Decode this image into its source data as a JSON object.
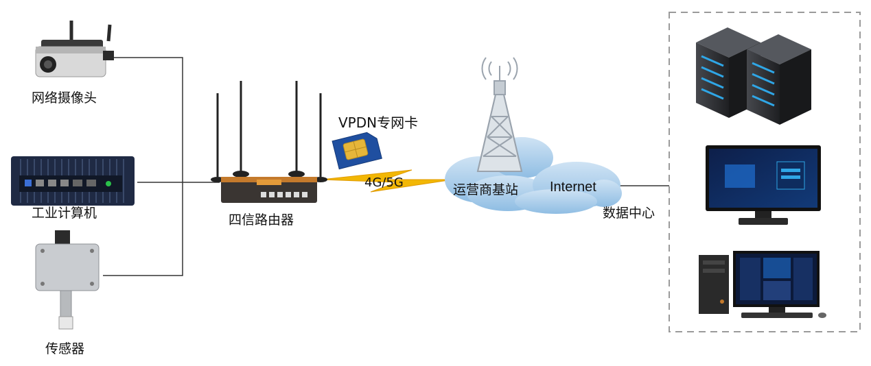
{
  "diagram": {
    "devices": [
      {
        "id": "camera",
        "label": "网络摄像头"
      },
      {
        "id": "ipc",
        "label": "工业计算机"
      },
      {
        "id": "sensor",
        "label": "传感器"
      }
    ],
    "router": {
      "label": "四信路由器"
    },
    "sim_card": {
      "label": "VPDN专网卡"
    },
    "link": {
      "label": "4G/5G"
    },
    "base_station": {
      "label": "运营商基站"
    },
    "cloud": {
      "label": "Internet"
    },
    "data_center": {
      "label": "数据中心"
    },
    "colors": {
      "line": "#333333",
      "lightning": "#f2b705",
      "cloud": "#a9cde9",
      "sim_card": "#1f4fa0",
      "sim_chip": "#e6b63a",
      "server_body": "#2e2f33",
      "server_light": "#2fa6e6",
      "router_body": "#3a3532",
      "router_trim": "#c47a2c",
      "frame": "#9a9a9a"
    }
  }
}
